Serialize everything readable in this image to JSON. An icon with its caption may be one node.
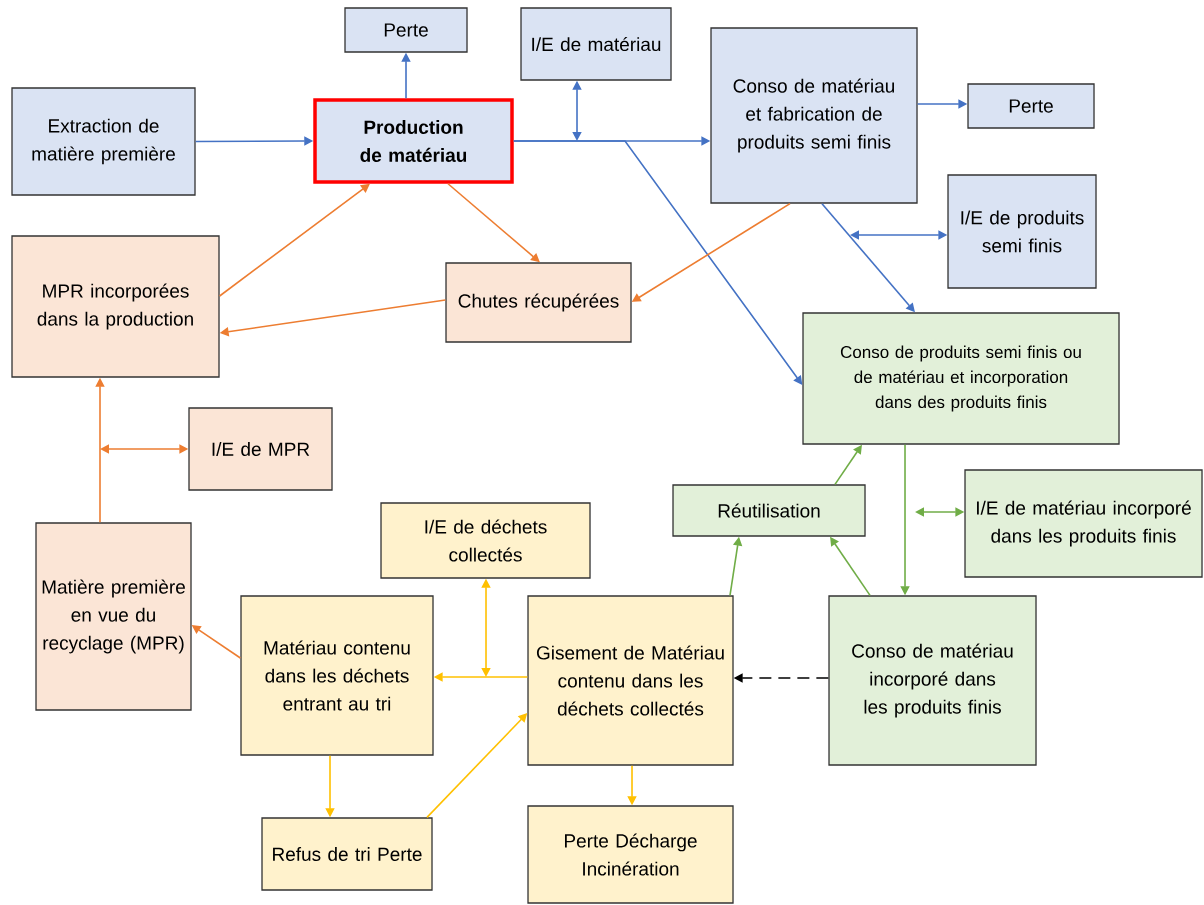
{
  "diagram": {
    "nodes": [
      {
        "text": [
          "Perte"
        ]
      },
      {
        "text": [
          "I/E de matériau"
        ]
      },
      {
        "text": [
          "Extraction de matière première"
        ]
      },
      {
        "text": [
          "Production de matériau"
        ]
      },
      {
        "text": [
          "Conso de matériau et fabrication de produits semi finis"
        ]
      },
      {
        "text": [
          "Perte"
        ]
      },
      {
        "text": [
          "I/E de produits semi finis"
        ]
      },
      {
        "text": [
          "MPR incorporées dans la production"
        ]
      },
      {
        "text": [
          "Chutes récupérées"
        ]
      },
      {
        "text": [
          "Conso de produits semi finis ou de matériau et incorporation dans des produits finis"
        ]
      },
      {
        "text": [
          "I/E de MPR"
        ]
      },
      {
        "text": [
          "Réutilisation"
        ]
      },
      {
        "text": [
          "I/E de matériau incorporé dans les produits finis"
        ]
      },
      {
        "text": [
          "I/E de déchets collectés"
        ]
      },
      {
        "text": [
          "Matière première en vue du recyclage (MPR)"
        ]
      },
      {
        "text": [
          "Matériau contenu dans les déchets entrant au tri"
        ]
      },
      {
        "text": [
          "Gisement de Matériau contenu dans les déchets collectés"
        ]
      },
      {
        "text": [
          "Conso de matériau incorporé dans les produits finis"
        ]
      },
      {
        "text": [
          "Refus de tri Perte"
        ]
      },
      {
        "text": [
          "Perte Décharge Incinération"
        ]
      }
    ],
    "edges": [
      {
        "from": 3,
        "to": 0,
        "arrow": "to"
      },
      {
        "from": 2,
        "to": 3,
        "arrow": "to"
      },
      {
        "from": 3,
        "to": 4,
        "arrow": "to"
      },
      {
        "from": 1,
        "to": null,
        "arrow": "both"
      },
      {
        "from": 3,
        "to": 9,
        "arrow": "to"
      },
      {
        "from": 4,
        "to": 5,
        "arrow": "to"
      },
      {
        "from": null,
        "to": 6,
        "arrow": "both"
      },
      {
        "from": 4,
        "to": 9,
        "arrow": "to"
      },
      {
        "from": 4,
        "to": 8,
        "arrow": "to",
        "color": "#ed7d31"
      },
      {
        "from": 3,
        "to": 8,
        "arrow": "to",
        "color": "#ed7d31"
      },
      {
        "from": 8,
        "to": 7,
        "arrow": "to",
        "color": "#ed7d31"
      },
      {
        "from": 7,
        "to": 3,
        "arrow": "to",
        "color": "#ed7d31"
      },
      {
        "from": 14,
        "to": 7,
        "arrow": "to",
        "color": "#ed7d31"
      },
      {
        "from": null,
        "to": 10,
        "arrow": "both",
        "color": "#ed7d31"
      },
      {
        "from": 15,
        "to": 14,
        "arrow": "to",
        "color": "#ed7d31"
      },
      {
        "from": 16,
        "to": 15,
        "arrow": "to",
        "color": "#ffc000"
      },
      {
        "from": 13,
        "to": null,
        "arrow": "both",
        "color": "#ffc000"
      },
      {
        "from": 15,
        "to": 18,
        "arrow": "to",
        "color": "#ffc000"
      },
      {
        "from": 18,
        "to": 16,
        "arrow": "to",
        "color": "#ffc000"
      },
      {
        "from": 16,
        "to": 19,
        "arrow": "to",
        "color": "#ffc000"
      },
      {
        "from": 16,
        "to": 11,
        "arrow": "to",
        "color": "#70ad47"
      },
      {
        "from": 17,
        "to": 11,
        "arrow": "to",
        "color": "#70ad47"
      },
      {
        "from": 11,
        "to": 9,
        "arrow": "to",
        "color": "#70ad47"
      },
      {
        "from": 9,
        "to": 17,
        "arrow": "to",
        "color": "#70ad47"
      },
      {
        "from": null,
        "to": 12,
        "arrow": "both",
        "color": "#70ad47"
      },
      {
        "from": 17,
        "to": 16,
        "arrow": "to",
        "style": "dashed",
        "color": "#000000"
      }
    ]
  }
}
